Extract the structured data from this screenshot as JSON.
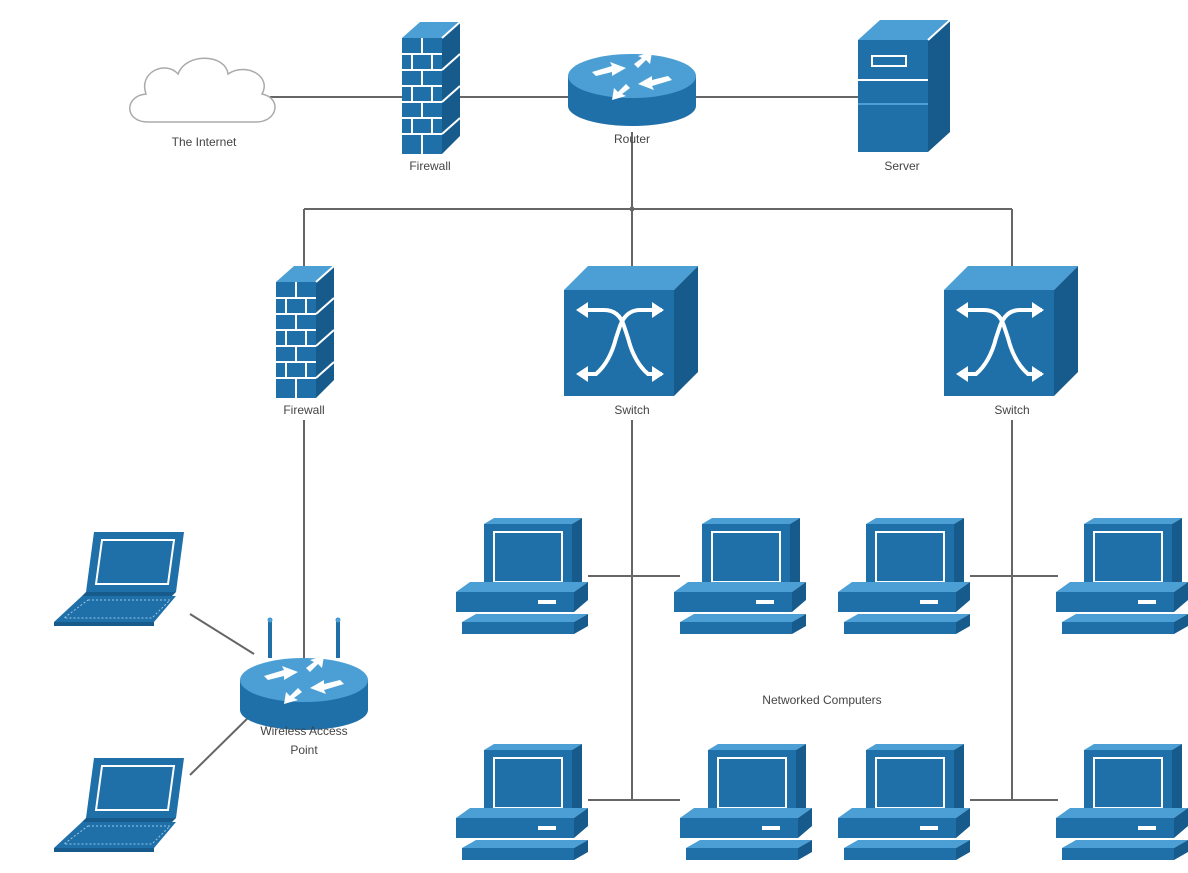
{
  "colors": {
    "device_front": "#1f6fa8",
    "device_top": "#4b9fd5",
    "device_side": "#175a8c",
    "device_line": "#ffffff",
    "wire": "#666666",
    "cloud_stroke": "#aaaaaa",
    "label_text": "#444444"
  },
  "nodes": {
    "internet": {
      "label": "The Internet",
      "icon": "cloud-icon"
    },
    "firewall_top": {
      "label": "Firewall",
      "icon": "firewall-icon"
    },
    "router": {
      "label": "Router",
      "icon": "router-icon"
    },
    "server": {
      "label": "Server",
      "icon": "server-icon"
    },
    "firewall_left": {
      "label": "Firewall",
      "icon": "firewall-icon"
    },
    "switch_center": {
      "label": "Switch",
      "icon": "switch-icon"
    },
    "switch_right": {
      "label": "Switch",
      "icon": "switch-icon"
    },
    "wireless_ap": {
      "label_line1": "Wireless Access",
      "label_line2": "Point",
      "icon": "wireless-router-icon"
    },
    "laptops": {
      "icon": "laptop-icon",
      "count": 2
    },
    "computers": {
      "icon": "desktop-computer-icon",
      "count": 8
    }
  },
  "group_label": "Networked Computers"
}
